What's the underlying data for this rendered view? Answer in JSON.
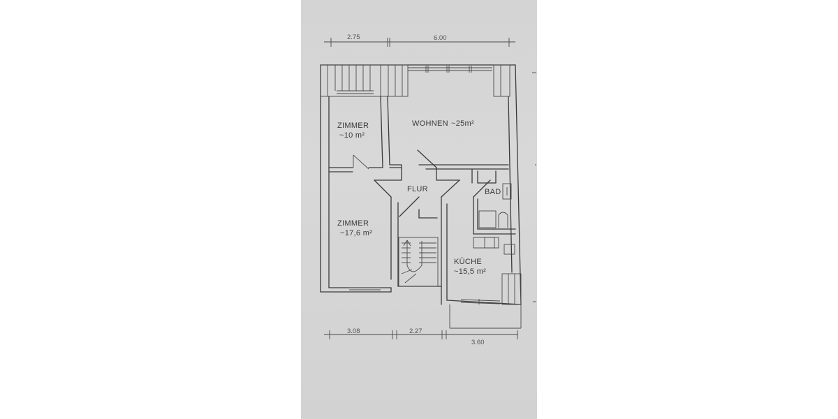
{
  "image": {
    "type": "hand-drawn floor plan",
    "background_color": "#ffffff",
    "paper_color": "#d5d5d5",
    "ink_color": "#3a3a3a"
  },
  "dimensions": {
    "top": [
      "2.75",
      "6.00"
    ],
    "bottom": [
      "3.08",
      "2.27",
      "3.60"
    ]
  },
  "rooms": {
    "zimmer_small": {
      "name": "ZIMMER",
      "area": "~10 m²"
    },
    "wohnen": {
      "name": "WOHNEN",
      "area": "~25m²"
    },
    "flur": {
      "name": "FLUR"
    },
    "bad": {
      "name": "BAD"
    },
    "zimmer_large": {
      "name": "ZIMMER",
      "area": "~17,6 m²"
    },
    "kueche": {
      "name": "KÜCHE",
      "area": "~15,5 m²"
    }
  }
}
